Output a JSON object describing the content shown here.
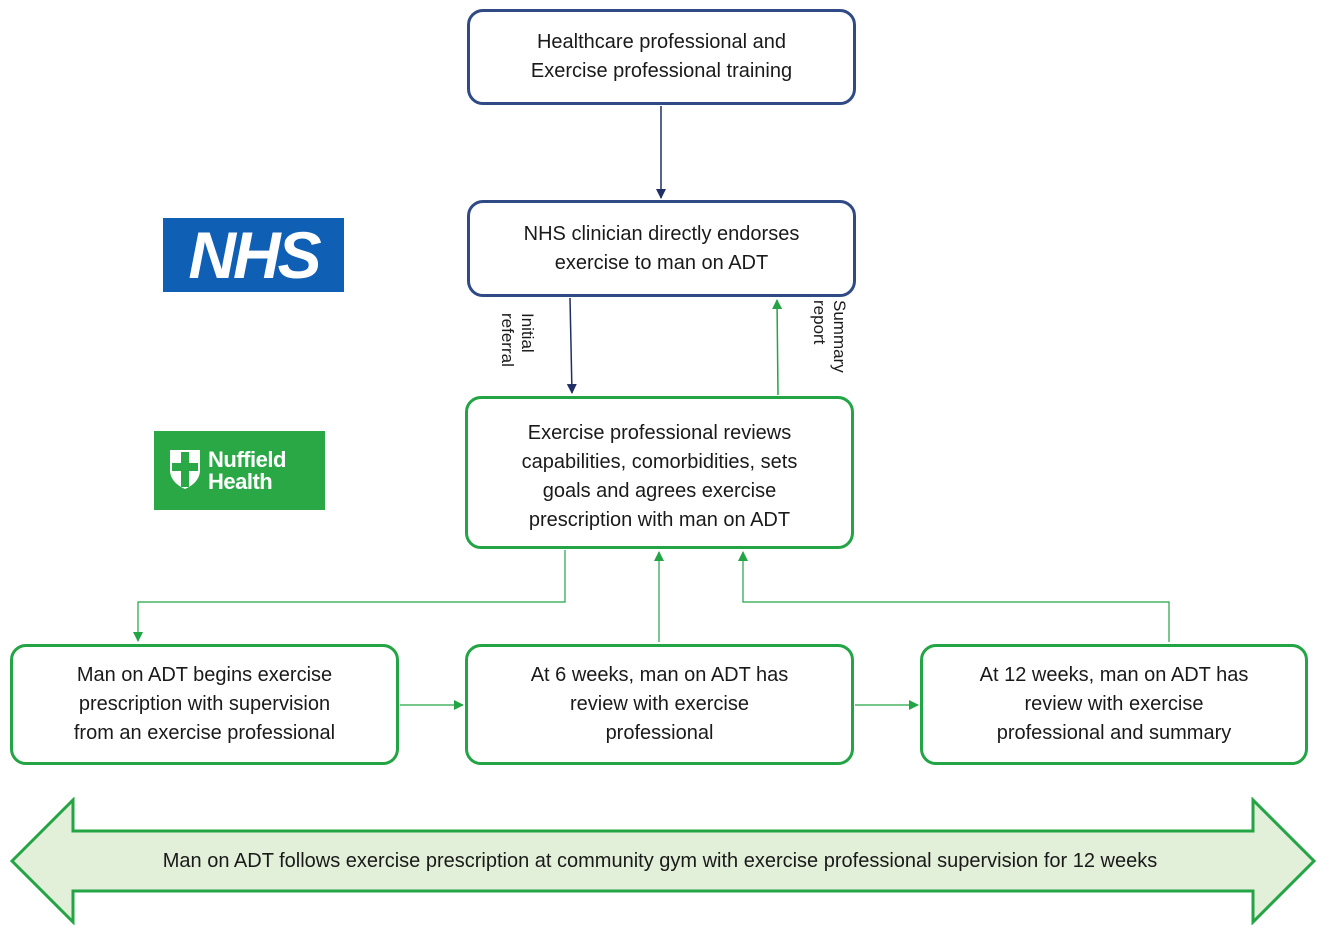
{
  "boxes": {
    "training": {
      "line1": "Healthcare professional and",
      "line2": "Exercise professional training"
    },
    "endorse": {
      "line1": "NHS clinician directly endorses",
      "line2": "exercise to man on ADT"
    },
    "review": {
      "line1": "Exercise professional reviews",
      "line2": "capabilities, comorbidities, sets",
      "line3": "goals and agrees exercise",
      "line4": "prescription with man on ADT"
    },
    "begin": {
      "line1": "Man on ADT begins exercise",
      "line2": "prescription with supervision",
      "line3": "from an exercise professional"
    },
    "week6": {
      "line1": "At 6 weeks, man on ADT has",
      "line2": "review with exercise",
      "line3": "professional"
    },
    "week12": {
      "line1": "At 12 weeks, man on ADT has",
      "line2": "review with exercise",
      "line3": "professional and summary"
    }
  },
  "edge_labels": {
    "initial_referral": "Initial\nreferral",
    "summary_report": "Summary\nreport"
  },
  "logos": {
    "nhs": "NHS",
    "nuffield_line1": "Nuffield",
    "nuffield_line2": "Health"
  },
  "banner": {
    "text": "Man on ADT follows exercise prescription at community gym with exercise professional supervision for 12 weeks"
  },
  "colors": {
    "blue_border": "#2f4a85",
    "green_border": "#23a445",
    "nhs_blue": "#0f5fb4",
    "nuffield_green": "#2aa845",
    "banner_fill": "#e2efd9"
  }
}
